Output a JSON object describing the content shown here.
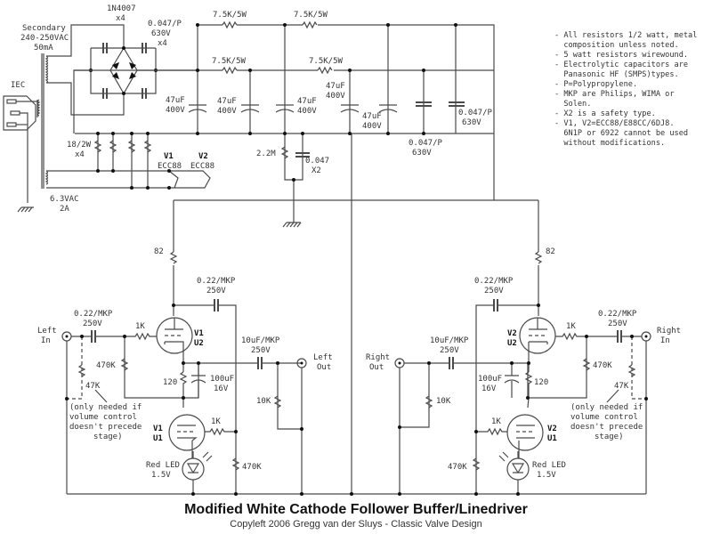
{
  "title": "Modified White Cathode Follower Buffer/Linedriver",
  "subtitle": "Copyleft 2006 Gregg van der Sluys - Classic Valve Design",
  "notes": [
    "- All resistors 1/2 watt, metal",
    "  composition unless noted.",
    "- 5 watt resistors wirewound.",
    "- Electrolytic capacitors are",
    "  Panasonic HF (SMPS)types.",
    "- P=Polypropylene.",
    "- MKP are Philips, WIMA or",
    "  Solen.",
    "- X2 is a safety type.",
    "- V1, V2=ECC88/E88CC/6DJ8.",
    "  6N1P or 6922 cannot be used",
    "  without modifications."
  ],
  "power_supply": {
    "iec_label": "IEC",
    "transformer_secondary": [
      "Secondary",
      "240-250VAC",
      "50mA"
    ],
    "heater_winding": [
      "6.3VAC",
      "2A"
    ],
    "rectifier": [
      "1N4007",
      "x4"
    ],
    "bridge_caps": [
      "0.047/P",
      "630V",
      "x4"
    ],
    "resistors_5w": [
      "7.5K/5W",
      "7.5K/5W",
      "7.5K/5W",
      "7.5K/5W"
    ],
    "filter_caps": [
      [
        "47uF",
        "400V"
      ],
      [
        "47uF",
        "400V"
      ],
      [
        "47uF",
        "400V"
      ],
      [
        "47uF",
        "400V"
      ],
      [
        "47uF",
        "400V"
      ]
    ],
    "bypass_cap_1": [
      "0.047/P",
      "630V"
    ],
    "bypass_cap_2": [
      "0.047/P",
      "630V"
    ],
    "heater_resistors": [
      "18/2W",
      "x4"
    ],
    "heater_tubes": [
      {
        "name": "V1",
        "type": "ECC88"
      },
      {
        "name": "V2",
        "type": "ECC88"
      }
    ],
    "ground_ref_resistor": "2.2M",
    "ground_ref_cap": [
      "0.047",
      "X2"
    ]
  },
  "left_channel": {
    "input_label": [
      "Left",
      "In"
    ],
    "output_label": [
      "Left",
      "Out"
    ],
    "input_cap": [
      "0.22/MKP",
      "250V"
    ],
    "grid_resistor_upper": "1K",
    "grid_resistor_lower": "1K",
    "bias_resistor": "470K",
    "input_shunt": "47K",
    "shunt_note": [
      "(only needed if",
      "volume control",
      "doesn't precede",
      "stage)"
    ],
    "plate_resistor": "82",
    "plate_cap": [
      "0.22/MKP",
      "250V"
    ],
    "cathode_resistor": "120",
    "cathode_cap": [
      "100uF",
      "16V"
    ],
    "output_cap": [
      "10uF/MKP",
      "250V"
    ],
    "output_resistor": "10K",
    "lower_grid_resistor": "470K",
    "led": [
      "Red LED",
      "1.5V"
    ],
    "upper_tube": [
      "V1",
      "U2"
    ],
    "lower_tube": [
      "V1",
      "U1"
    ]
  },
  "right_channel": {
    "input_label": [
      "Right",
      "In"
    ],
    "output_label": [
      "Right",
      "Out"
    ],
    "input_cap": [
      "0.22/MKP",
      "250V"
    ],
    "grid_resistor_upper": "1K",
    "grid_resistor_lower": "1K",
    "bias_resistor": "470K",
    "input_shunt": "47K",
    "shunt_note": [
      "(only needed if",
      "volume control",
      "doesn't precede",
      "stage)"
    ],
    "plate_resistor": "82",
    "plate_cap": [
      "0.22/MKP",
      "250V"
    ],
    "cathode_resistor": "120",
    "cathode_cap": [
      "100uF",
      "16V"
    ],
    "output_cap": [
      "10uF/MKP",
      "250V"
    ],
    "output_resistor": "10K",
    "lower_grid_resistor": "470K",
    "led": [
      "Red LED",
      "1.5V"
    ],
    "upper_tube": [
      "V2",
      "U2"
    ],
    "lower_tube": [
      "V2",
      "U1"
    ]
  }
}
